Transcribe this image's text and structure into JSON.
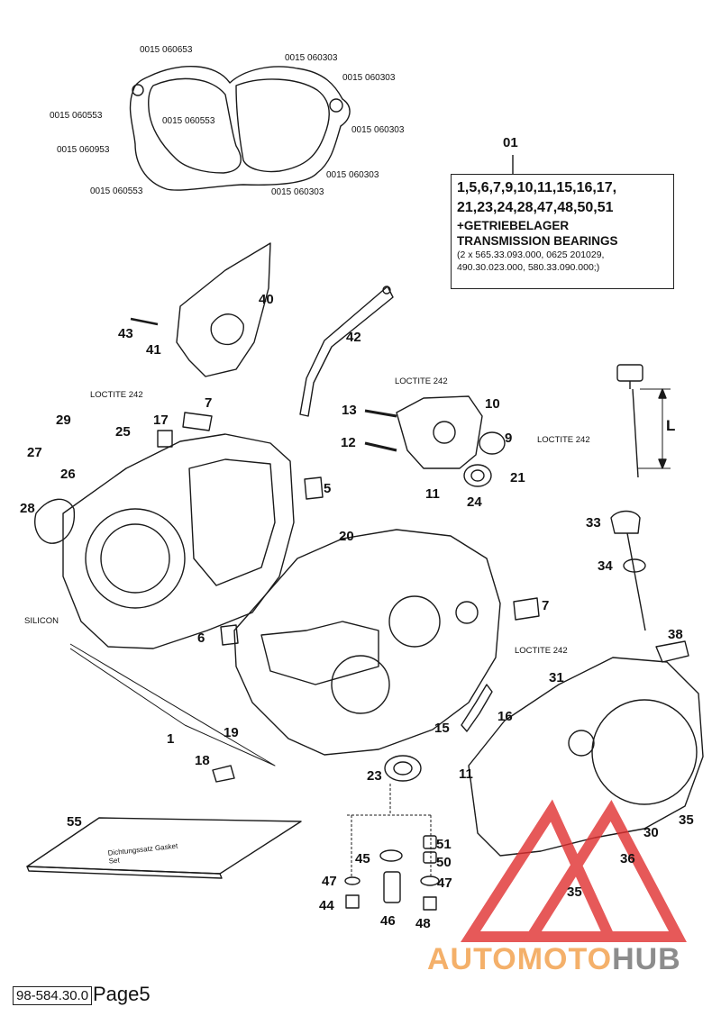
{
  "diagram": {
    "part_numbers": [
      "01",
      "1",
      "5",
      "6",
      "7",
      "7",
      "9",
      "10",
      "11",
      "11",
      "12",
      "13",
      "15",
      "16",
      "17",
      "18",
      "19",
      "20",
      "21",
      "23",
      "24",
      "25",
      "26",
      "27",
      "28",
      "29",
      "30",
      "31",
      "33",
      "34",
      "35",
      "35",
      "36",
      "38",
      "40",
      "41",
      "42",
      "43",
      "44",
      "45",
      "46",
      "47",
      "47",
      "48",
      "50",
      "51",
      "55"
    ],
    "gasket_codes": [
      "0015 060653",
      "0015 060303",
      "0015 060303",
      "0015 060553",
      "0015 060553",
      "0015 060303",
      "0015 060953",
      "0015 060303",
      "0015 060553",
      "0015 060303"
    ],
    "notes": {
      "loctite": "LOCTITE 242",
      "silicon": "SILICON",
      "dim_label": "L"
    },
    "kit_box": {
      "line1": "1,5,6,7,9,10,11,15,16,17,",
      "line2": "21,23,24,28,47,48,50,51",
      "line3": "+GETRIEBELAGER",
      "line4": "TRANSMISSION BEARINGS",
      "line5": "(2 x 565.33.093.000, 0625 201029,",
      "line6": "490.30.023.000, 580.33.090.000;)"
    },
    "booklet_text": "Dichtungssatz Gasket Set"
  },
  "footer": {
    "code": "98-584.30.0",
    "page": "Page5"
  },
  "watermark": {
    "part1": "AUTOMOTO",
    "part2": "HUB",
    "color_orange": "#f2a250",
    "color_red": "#e03030",
    "color_gray": "#7a7a7a"
  }
}
